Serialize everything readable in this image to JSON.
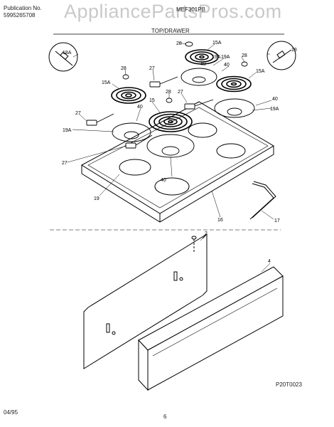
{
  "header": {
    "publication_label": "Publication No.",
    "publication_number": "5995265708",
    "model": "MEF301PB",
    "section_title": "TOP/DRAWER",
    "watermark": "AppliancePartsPros.com"
  },
  "footer": {
    "date": "04/95",
    "page_number": "6",
    "diagram_code": "P20T0023"
  },
  "callouts": [
    "28",
    "15A",
    "18A",
    "18",
    "19A",
    "28",
    "40",
    "28",
    "27",
    "15A",
    "40",
    "15A",
    "28",
    "27",
    "15",
    "40",
    "19A",
    "27",
    "40",
    "19A",
    "19A",
    "27",
    "19",
    "40",
    "16",
    "17",
    "2",
    "4"
  ]
}
